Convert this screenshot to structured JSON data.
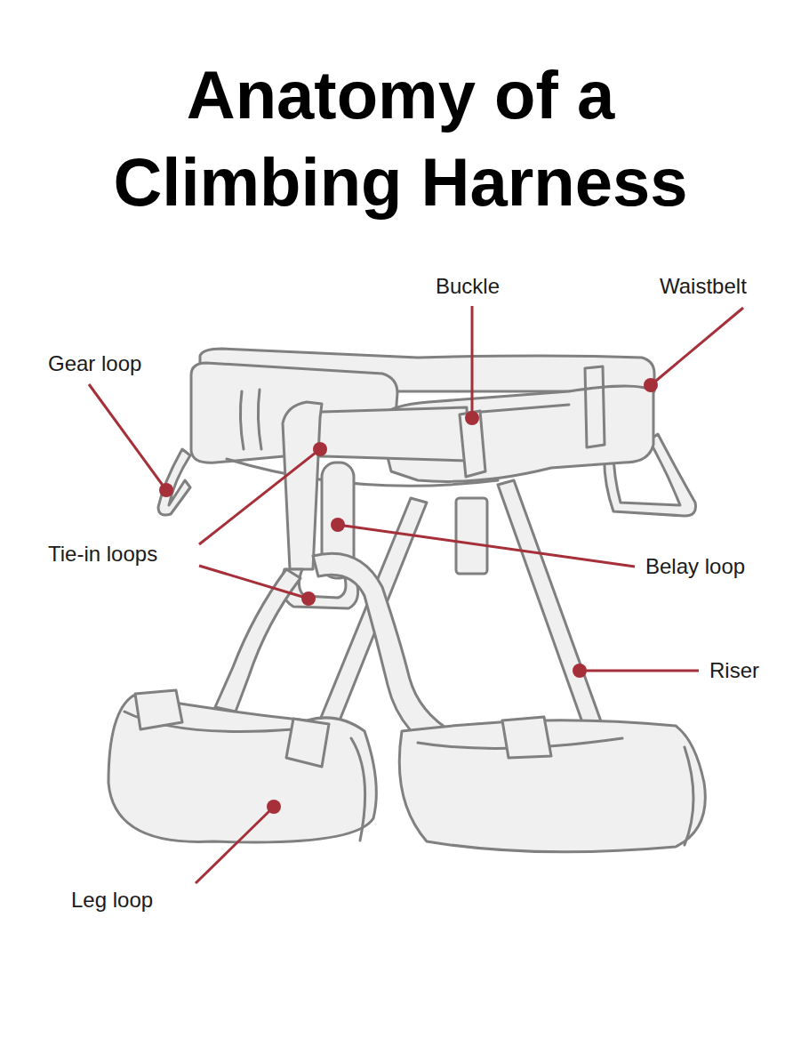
{
  "diagram": {
    "title": "Anatomy of a Climbing Harness",
    "labels": [
      "Buckle",
      "Waistbelt",
      "Gear loop",
      "Tie-in loops",
      "Belay loop",
      "Riser",
      "Leg loop"
    ]
  }
}
